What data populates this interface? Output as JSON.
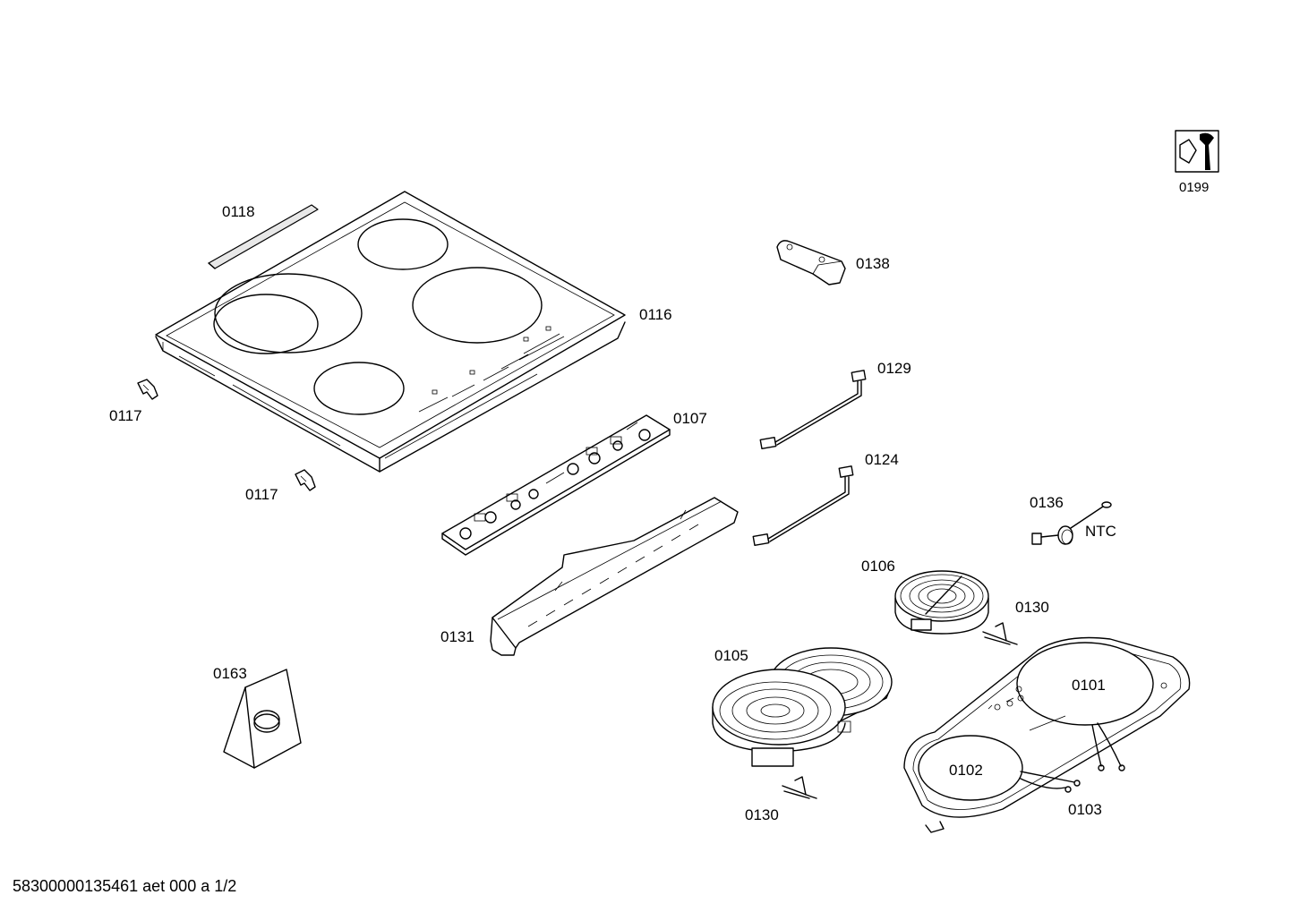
{
  "parts": {
    "p0118": "0118",
    "p0116": "0116",
    "p0117a": "0117",
    "p0117b": "0117",
    "p0107": "0107",
    "p0138": "0138",
    "p0129": "0129",
    "p0124": "0124",
    "p0136": "0136",
    "ntc": "NTC",
    "p0106": "0106",
    "p0130a": "0130",
    "p0130b": "0130",
    "p0131": "0131",
    "p0105": "0105",
    "p0101": "0101",
    "p0102": "0102",
    "p0103": "0103",
    "p0163": "0163",
    "p0199": "0199"
  },
  "footer": "58300000135461 aet 000 a 1/2"
}
